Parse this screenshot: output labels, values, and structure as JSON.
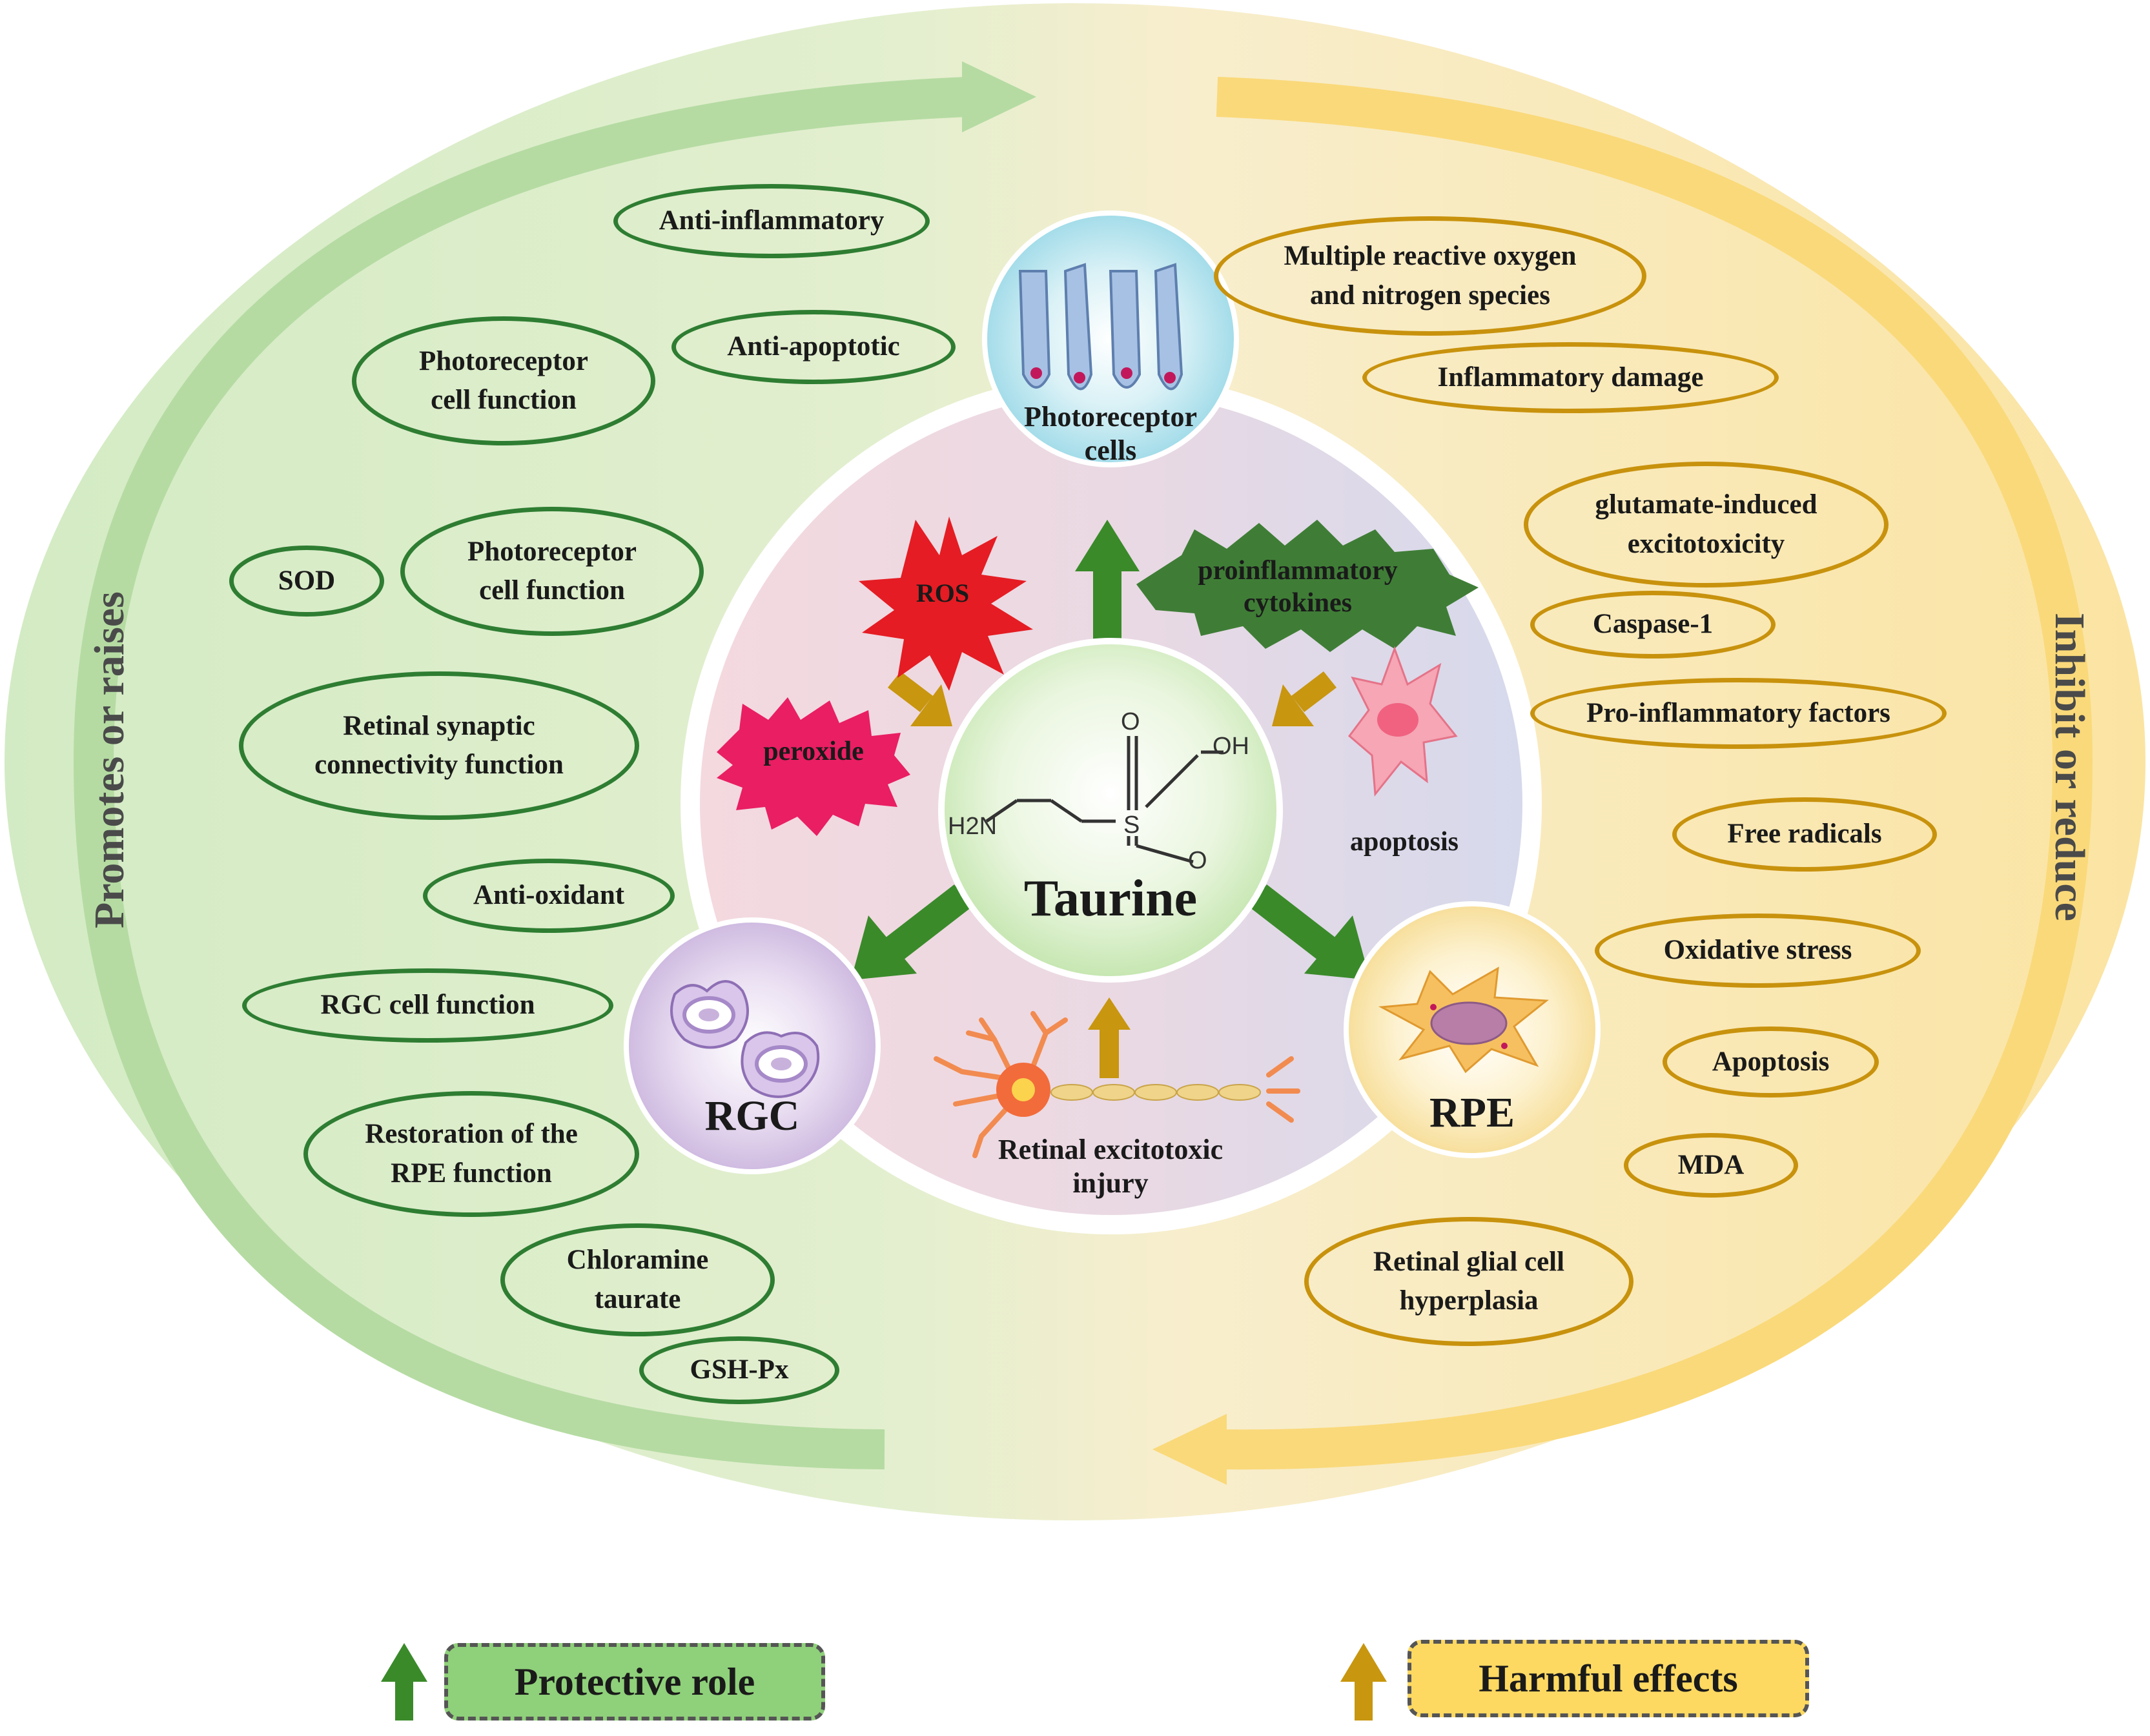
{
  "center": {
    "title": "Taurine"
  },
  "molecule": {
    "nh2": "H2N",
    "oh": "OH",
    "s": "S",
    "o1": "O",
    "o2": "O"
  },
  "cells": {
    "photoreceptor": "Photoreceptor\ncells",
    "rgc": "RGC",
    "rpe": "RPE"
  },
  "inner_labels": {
    "ros": "ROS",
    "peroxide": "peroxide",
    "cytokines": "proinflammatory\ncytokines",
    "apoptosis": "apoptosis",
    "excitotoxic": "Retinal excitotoxic\ninjury"
  },
  "sides": {
    "left": "Promotes or raises",
    "right": "Inhibit or reduce"
  },
  "protective_items": [
    "Anti-inflammatory",
    "Photoreceptor\ncell function",
    "Anti-apoptotic",
    "SOD",
    "Photoreceptor\ncell function",
    "Retinal synaptic\nconnectivity function",
    "Anti-oxidant",
    "RGC cell function",
    "Restoration of the\nRPE function",
    "Chloramine\ntaurate",
    "GSH-Px"
  ],
  "harmful_items": [
    "Multiple reactive oxygen\nand nitrogen species",
    "Inflammatory damage",
    "glutamate-induced\nexcitotoxicity",
    "Caspase-1",
    "Pro-inflammatory factors",
    "Free radicals",
    "Oxidative stress",
    "Apoptosis",
    "MDA",
    "Retinal glial cell\nhyperplasia"
  ],
  "legend": {
    "protective": "Protective role",
    "harmful": "Harmful effects"
  },
  "colors": {
    "green": "#2e7d32",
    "orange": "#c8920d",
    "green_fill": "#d8ecc8",
    "orange_fill": "#fbe8ad",
    "arrow_green": "#3a8a2a",
    "arrow_orange": "#c8960f"
  }
}
